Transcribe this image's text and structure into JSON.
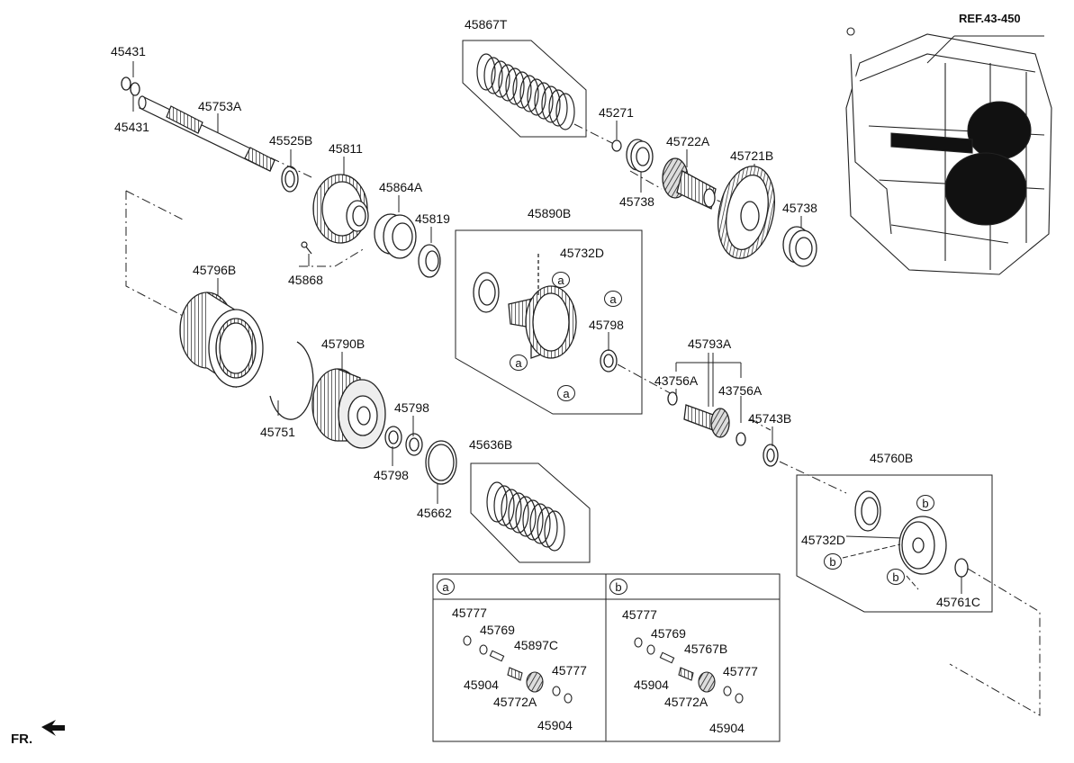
{
  "reference": "REF.43-450",
  "front_marker": "FR.",
  "callouts": {
    "a": "a",
    "b": "b"
  },
  "part_labels": {
    "p45431_top": "45431",
    "p45431_bot": "45431",
    "p45753A": "45753A",
    "p45525B": "45525B",
    "p45811": "45811",
    "p45864A": "45864A",
    "p45819": "45819",
    "p45868": "45868",
    "p45796B": "45796B",
    "p45790B": "45790B",
    "p45751": "45751",
    "p45798_a": "45798",
    "p45798_b": "45798",
    "p45798_c": "45798",
    "p45662": "45662",
    "p45636B": "45636B",
    "p45867T": "45867T",
    "p45271": "45271",
    "p45738_a": "45738",
    "p45722A": "45722A",
    "p45721B": "45721B",
    "p45738_b": "45738",
    "p45890B": "45890B",
    "p45732D_a": "45732D",
    "p45793A": "45793A",
    "p43756A_a": "43756A",
    "p43756A_b": "43756A",
    "p45743B": "45743B",
    "p45760B": "45760B",
    "p45732D_b": "45732D",
    "p45761C": "45761C"
  },
  "detail_a": {
    "header": "a",
    "labels": [
      "45777",
      "45769",
      "45897C",
      "45777",
      "45904",
      "45772A",
      "45904"
    ]
  },
  "detail_b": {
    "header": "b",
    "labels": [
      "45777",
      "45769",
      "45767B",
      "45777",
      "45904",
      "45772A",
      "45904"
    ]
  }
}
